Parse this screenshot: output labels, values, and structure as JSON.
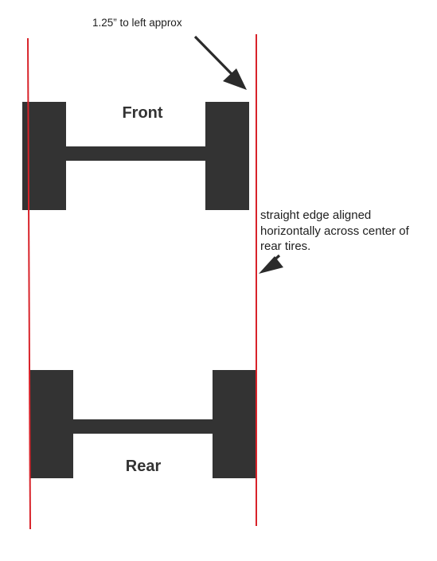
{
  "annotations": {
    "offset_note": "1.25” to left approx",
    "straight_edge_note": "straight edge aligned\nhorizontally across center of\nrear tires."
  },
  "axles": {
    "front_label": "Front",
    "rear_label": "Rear"
  },
  "colors": {
    "tire": "#333333",
    "guide_line": "#d8232a",
    "arrow": "#2b2b2b",
    "text": "#1e1e1e"
  }
}
